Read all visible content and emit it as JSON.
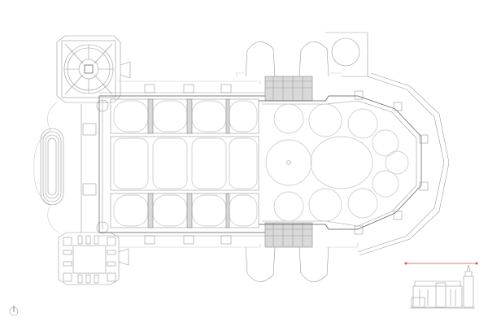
{
  "diagram": {
    "type": "architectural-floor-plan",
    "subject": "church floor plan with nave, aisles, apse and towers",
    "parts": {
      "north_tower": "square tower with octagonal vaulted ceiling (top-left)",
      "south_tower": "square tower with grid piers (bottom-left)",
      "porch": "oval stepped entrance on the west front",
      "nave": "central nave with 4 bays",
      "aisles": "two side aisles, 4 bays each with domical vaults",
      "transept_stairs": "hatched stair blocks at crossing (north and south)",
      "crossing": "large crossing with organic rib vaulting",
      "apse": "polygonal apse with buttresses and ambulatory wall",
      "chapels": "two semicircular chapels north and two south"
    },
    "bays": 4,
    "north_arrow": {
      "icon": "north-arrow-icon"
    },
    "key_elevation": {
      "icon": "elevation-thumbnail",
      "marker_color": "#d9534f"
    },
    "colors": {
      "line": "#9a9a9a",
      "light_line": "#cfcfcf",
      "hatch": "#d9d9d9",
      "key_marker": "#d9534f",
      "background": "#ffffff"
    }
  }
}
